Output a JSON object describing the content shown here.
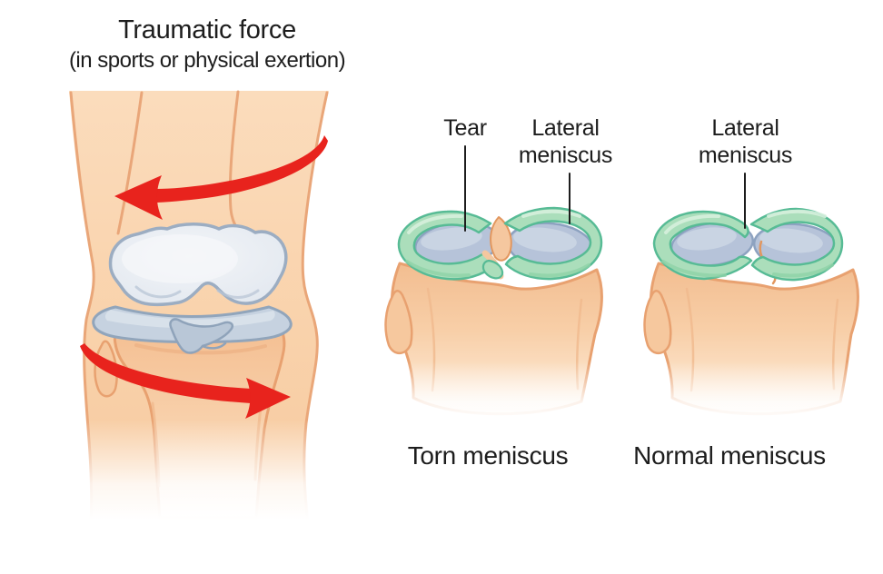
{
  "figure": {
    "title_line1": "Traumatic force",
    "title_line2": "(in sports or physical exertion)",
    "torn_panel": {
      "label_tear": "Tear",
      "label_lateral_meniscus": "Lateral meniscus",
      "caption": "Torn meniscus"
    },
    "normal_panel": {
      "label_lateral_meniscus": "Lateral meniscus",
      "caption": "Normal meniscus"
    },
    "colors": {
      "arrow_red": "#e8231d",
      "skin": "#f9d2ab",
      "skin_outline": "#e9a476",
      "bone_cartilage": "#e9edf3",
      "cartilage_outline": "#9cadc2",
      "meniscus_green": "#abdebb",
      "meniscus_green_outline": "#57bb95",
      "plateau_blue": "#b6c3d9",
      "text": "#1d1d1d",
      "background": "#ffffff"
    }
  }
}
